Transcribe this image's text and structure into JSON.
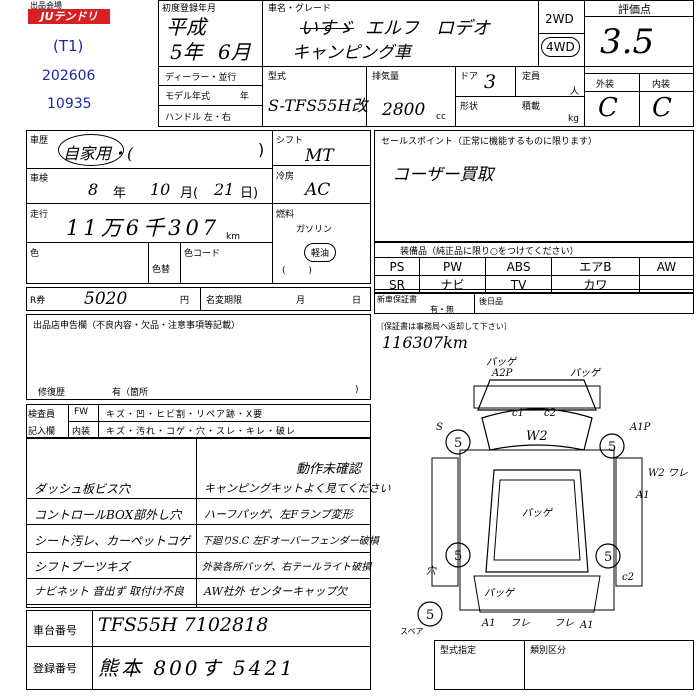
{
  "header": {
    "venue": "出品会場",
    "logo": "JUテンドリ",
    "code": "(T1)",
    "lot_number": "202606",
    "number2": "10935"
  },
  "registration": {
    "first_reg_label": "初度登録年月",
    "era": "平成",
    "year": "5年",
    "month": "6月",
    "car_name_label": "車名・グレード",
    "car_name_old": "いすゞ",
    "car_name_new": "エルフ",
    "car_grade": "ロデオ",
    "car_grade2": "キャンピング車",
    "drive_2wd": "2WD",
    "drive_4wd": "4WD",
    "eval_label": "評価点",
    "eval_value": "3.5",
    "exterior_label": "外装",
    "interior_label": "内装",
    "exterior_value": "C",
    "interior_value": "C",
    "dealer_label": "ディーラー・並行",
    "model_year_label": "モデル年式",
    "model_year_value": "年",
    "handle_label": "ハンドル 左・右",
    "model_type_label": "型式",
    "model_type_value": "S-TFS55H改",
    "displacement_label": "排気量",
    "displacement_value": "2800",
    "displacement_unit": "cc",
    "doors_label": "ドア",
    "doors_value": "3",
    "capacity_label": "定員",
    "capacity_unit": "人",
    "shape_label": "形状",
    "load_label": "積載",
    "load_unit": "kg"
  },
  "history": {
    "label": "車歴",
    "value": "自家用・(",
    "close": ")",
    "inspection_label": "車検",
    "inspection_year": "8",
    "inspection_year_unit": "年",
    "inspection_month": "10",
    "inspection_month_unit": "月(",
    "inspection_day": "21",
    "inspection_day_unit": "日)",
    "mileage_label": "走行",
    "mileage_value": "11万6千307",
    "mileage_unit": "km",
    "color_label": "色",
    "repaint_label": "色替",
    "color_code_label": "色コード",
    "shift_label": "シフト",
    "shift_value": "MT",
    "ac_label": "冷房",
    "ac_value": "AC",
    "fuel_label": "燃料",
    "fuel_gas": "ガソリン",
    "fuel_diesel": "軽油",
    "fuel_paren": "(        )"
  },
  "sales_point": {
    "label": "セールスポイント（正常に機能するものに限ります）",
    "text": "コーザー買取"
  },
  "equipment": {
    "label": "装備品（純正品に限り○をつけてください）",
    "row1": [
      "PS",
      "PW",
      "ABS",
      "エアB",
      "AW"
    ],
    "row2": [
      "SR",
      "ナビ",
      "TV",
      "カワ",
      ""
    ]
  },
  "recycle": {
    "label": "R券",
    "value": "5020",
    "unit": "円",
    "owner_label": "名変期限",
    "month_unit": "月",
    "day_unit": "日"
  },
  "warranty": {
    "label": "新車保証書",
    "value": "有・無",
    "rear_label": "後日品"
  },
  "declaration": {
    "label": "出品店申告欄（不良内容・欠品・注意事項等記載）",
    "repair_label": "修復歴",
    "repair_value": "有（箇所",
    "repair_close": ")"
  },
  "inspector": {
    "label1": "検査員",
    "label2": "記入欄",
    "fw": "FW",
    "fw_items": "キズ・凹・ヒビ割・リペア跡・X要",
    "interior": "内装",
    "interior_items": "キズ・汚れ・コゲ・穴・スレ・キレ・破レ"
  },
  "notes": {
    "left": [
      "ダッシュ板ビス穴",
      "コントロールBOX部外し穴",
      "シート汚レ、カーペットコゲ",
      "シフトブーツキズ",
      "ナビネット 音出ず 取付け不良"
    ],
    "right_top": "動作未確認",
    "right": [
      "キャンピングキットよく見てください",
      "ハーフパッゲ、左Fランプ変形",
      "下廻りS.C 左Fオーバーフェンダー破損",
      "外装各所パッゲ、右テールライト破損",
      "AW社外 センターキャップ欠"
    ]
  },
  "diagram": {
    "header": "〔保証書は事務局へ返却して下さい〕",
    "mileage_note": "116307km",
    "labels": [
      "パッゲ",
      "A2P",
      "パッゲ",
      "c1",
      "c2",
      "S",
      "A1P",
      "W2",
      "W2 ワレ",
      "A1",
      "パッゲ",
      "パッゲ",
      "穴",
      "c2",
      "フレ",
      "フレ",
      "A1",
      "A1",
      "スペア"
    ],
    "tires": [
      "5",
      "5",
      "5",
      "5",
      "5"
    ]
  },
  "chassis": {
    "label": "車台番号",
    "value": "TFS55H 7102818"
  },
  "plate": {
    "label": "登録番号",
    "value": "熊本 800す 5421"
  },
  "type_designation": {
    "label": "型式指定",
    "class_label": "類別区分"
  },
  "colors": {
    "logo_bg": "#d81f26",
    "logo_fg": "#ffffff",
    "code_color": "#1a2a9a",
    "ink": "#000000"
  }
}
